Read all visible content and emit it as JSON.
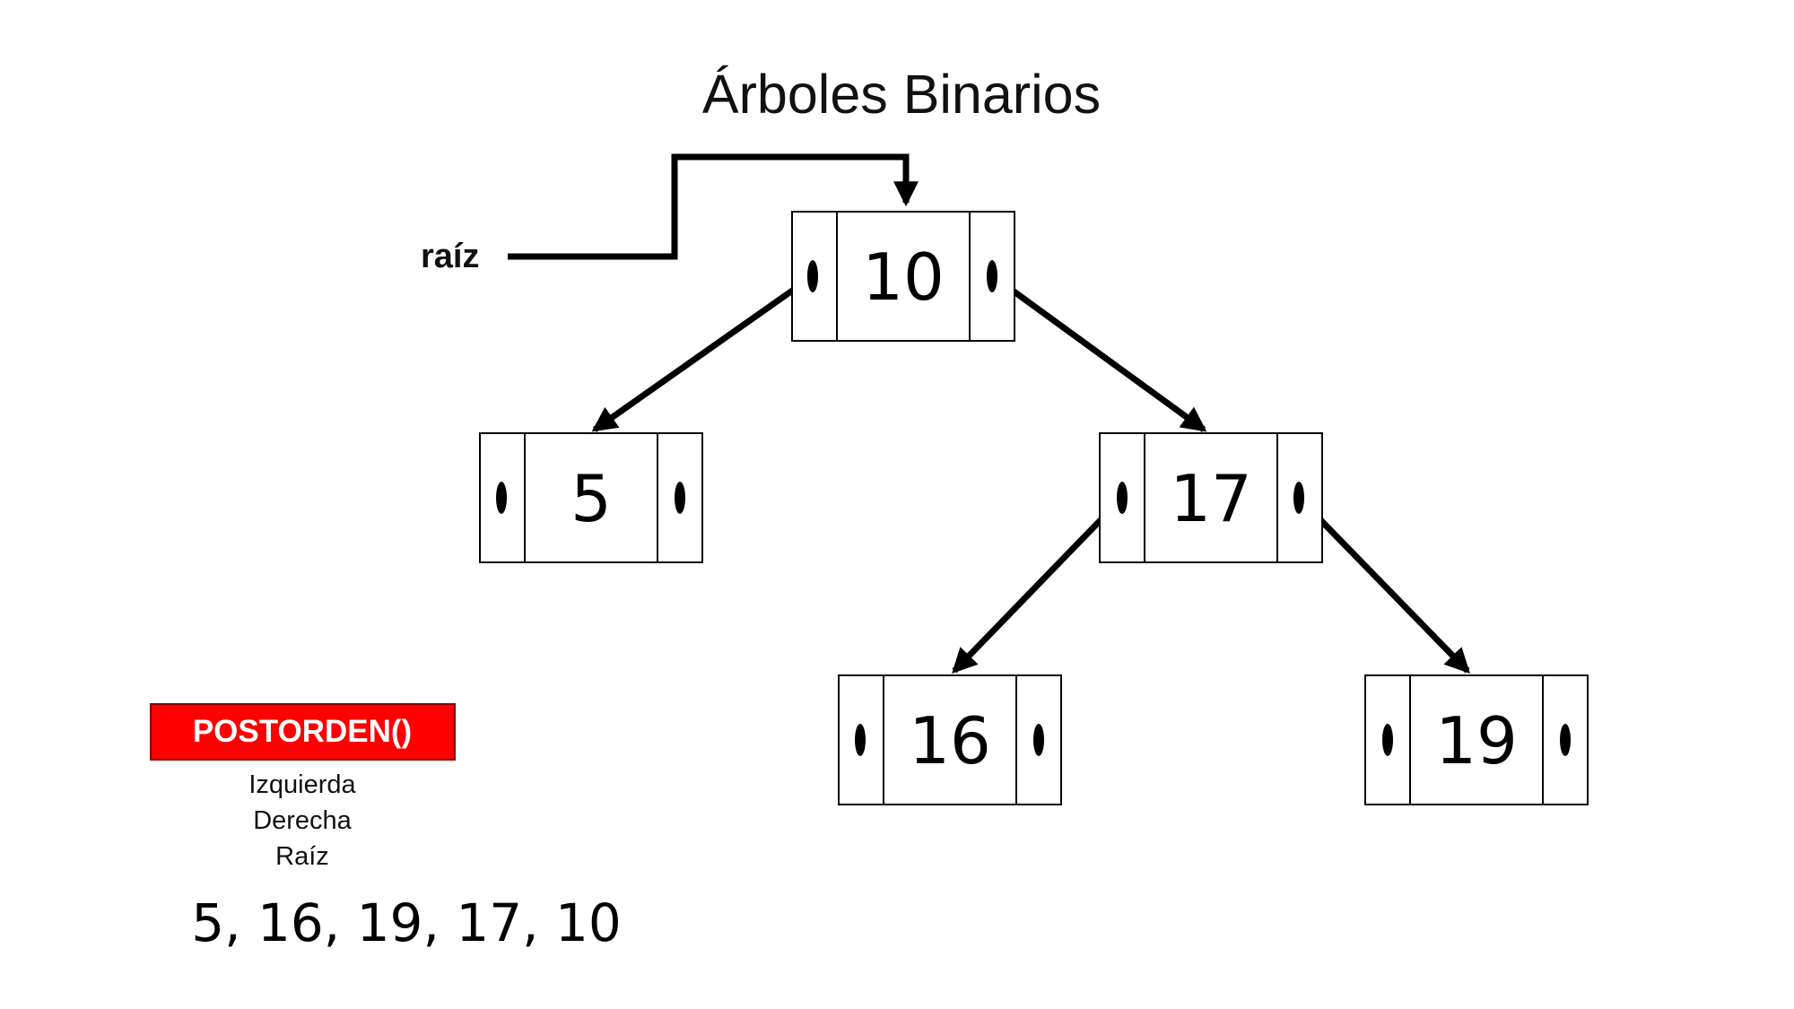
{
  "title": "Árboles Binarios",
  "root_label": "raíz",
  "nodes": [
    {
      "id": "n10",
      "value": "10"
    },
    {
      "id": "n5",
      "value": "5"
    },
    {
      "id": "n17",
      "value": "17"
    },
    {
      "id": "n16",
      "value": "16"
    },
    {
      "id": "n19",
      "value": "19"
    }
  ],
  "traversal": {
    "name": "POSTORDEN()",
    "steps": [
      "Izquierda",
      "Derecha",
      "Raíz"
    ],
    "result": "5, 16, 19, 17, 10"
  },
  "colors": {
    "badge_fill": "#ff0000",
    "line": "#000000"
  }
}
